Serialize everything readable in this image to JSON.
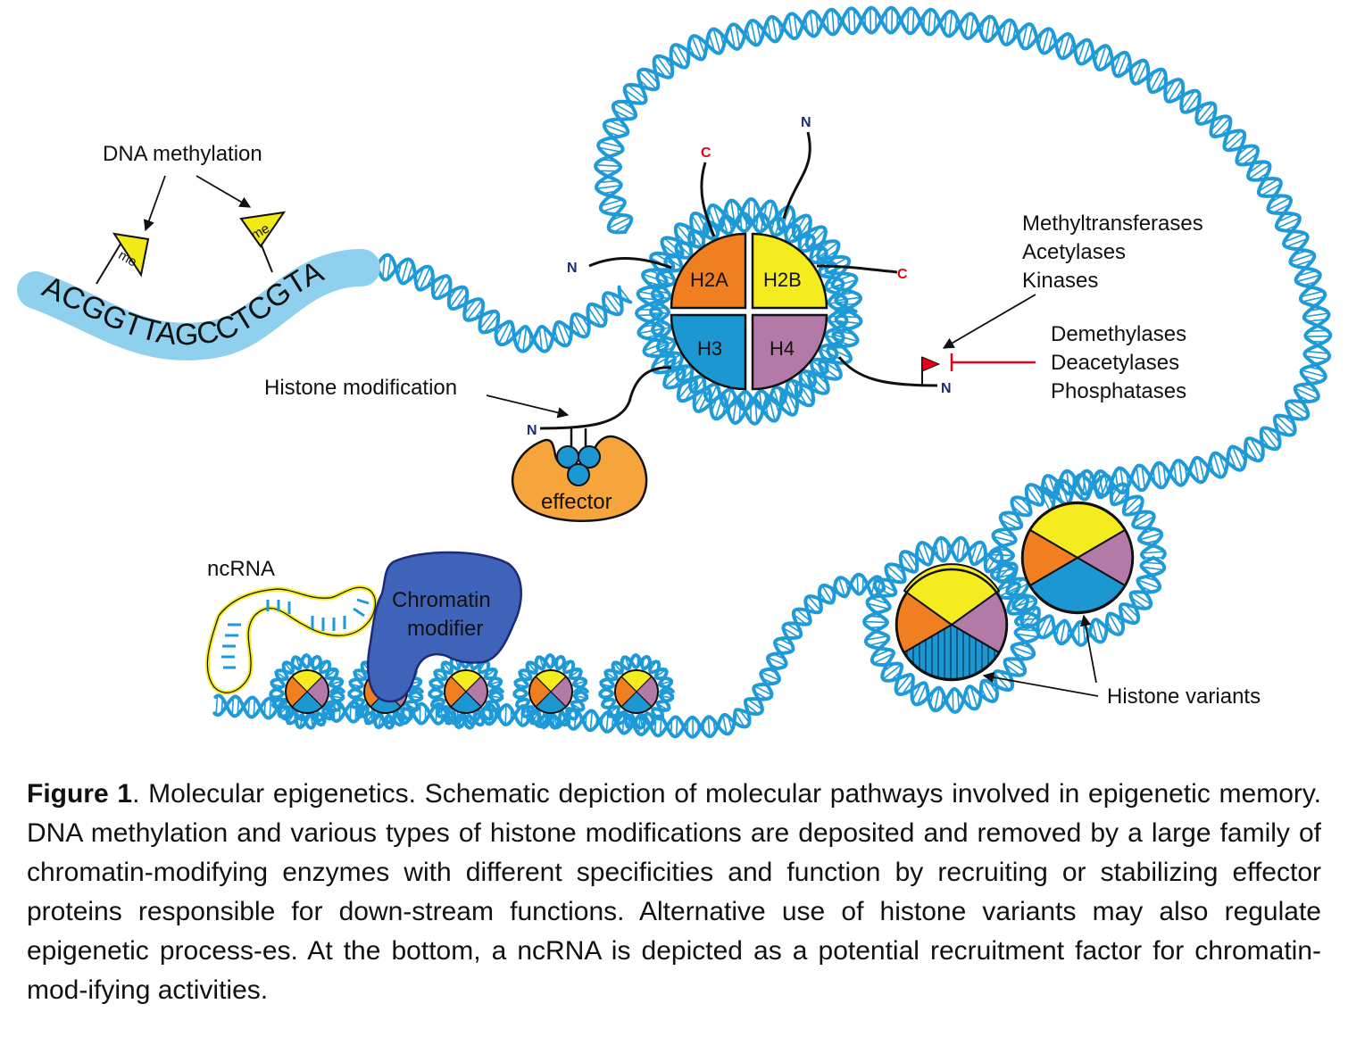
{
  "labels": {
    "dna_methylation": "DNA methylation",
    "me": "me",
    "sequence": "ACGGTTAGCCTCGTA",
    "histone_modification": "Histone modification",
    "effector": "effector",
    "h2a": "H2A",
    "h2b": "H2B",
    "h3": "H3",
    "h4": "H4",
    "n_terminus": "N",
    "c_terminus": "C",
    "writers": [
      "Methyltransferases",
      "Acetylases",
      "Kinases"
    ],
    "erasers": [
      "Demethylases",
      "Deacetylases",
      "Phosphatases"
    ],
    "ncrna": "ncRNA",
    "chromatin_modifier": [
      "Chromatin",
      "modifier"
    ],
    "histone_variants": "Histone variants"
  },
  "caption": {
    "figure_label": "Figure 1",
    "text": ". Molecular epigenetics. Schematic depiction of molecular pathways involved in epigenetic memory. DNA methylation and various types of histone modifications are deposited and removed by a large family of chromatin-modifying enzymes with different specificities and function by recruiting or stabilizing effector proteins responsible for down-stream functions. Alternative use of histone variants may also regulate epigenetic process-es. At the bottom, a ncRNA is depicted as a potential recruitment factor for chromatin-mod-ifying activities."
  },
  "colors": {
    "dna": "#1e9ad8",
    "dna_light": "#8fd0ee",
    "h2a": "#f07f22",
    "h2b": "#f5ec1f",
    "h3": "#1c97d2",
    "h4": "#b37aa8",
    "effector": "#f6a43c",
    "modifier": "#3f63b8",
    "flag_me": "#f2ea16",
    "flag_red": "#e8001c",
    "terminus_n": "#1b2a7a",
    "terminus_c": "#e0001a"
  }
}
